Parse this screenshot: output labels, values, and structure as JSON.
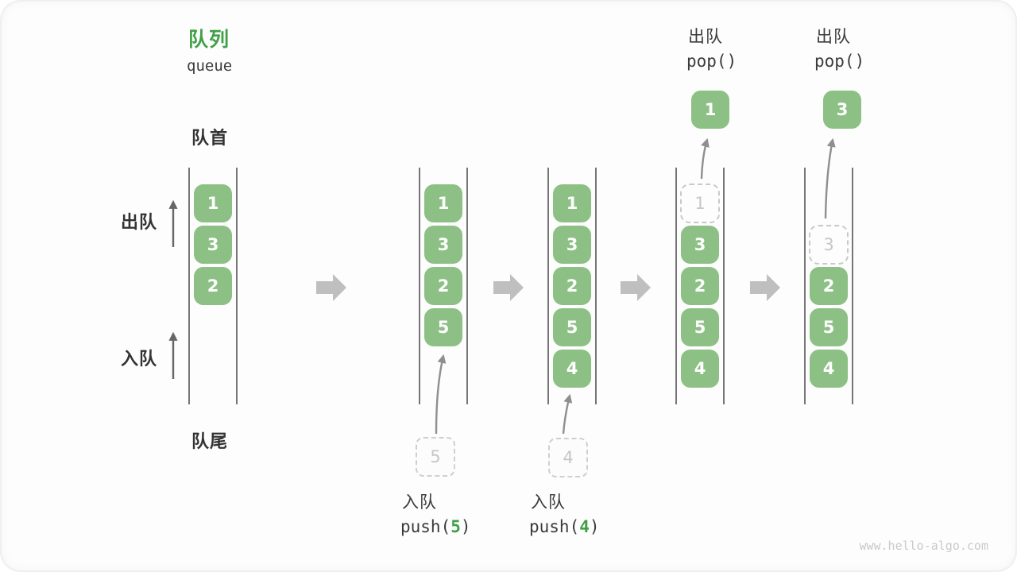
{
  "title": {
    "zh": "队列",
    "en": "queue"
  },
  "labels": {
    "front": "队首",
    "rear": "队尾",
    "dequeue_side": "出队",
    "enqueue_side": "入队"
  },
  "columns": [
    {
      "id": "state-initial",
      "cells": [
        "1",
        "3",
        "2"
      ]
    },
    {
      "id": "state-after-push5",
      "cells": [
        "1",
        "3",
        "2",
        "5"
      ],
      "staged": "5"
    },
    {
      "id": "state-after-push4",
      "cells": [
        "1",
        "3",
        "2",
        "5",
        "4"
      ],
      "staged": "4"
    },
    {
      "id": "state-after-pop1",
      "ghost": "1",
      "cells": [
        "3",
        "2",
        "5",
        "4"
      ],
      "popped": "1"
    },
    {
      "id": "state-after-pop3",
      "ghost": "3",
      "cells": [
        "2",
        "5",
        "4"
      ],
      "popped": "3"
    }
  ],
  "ops": {
    "enqueue5": {
      "name": "入队",
      "call_open": "push(",
      "arg": "5",
      "call_close": ")"
    },
    "enqueue4": {
      "name": "入队",
      "call_open": "push(",
      "arg": "4",
      "call_close": ")"
    },
    "dequeue1": {
      "name": "出队",
      "call": "pop()"
    },
    "dequeue3": {
      "name": "出队",
      "call": "pop()"
    }
  },
  "watermark": "www.hello-algo.com",
  "colors": {
    "accent_green": "#3FA047",
    "box_green": "#8CC084",
    "box_text": "#FFFFFF",
    "ghost_gray": "#C6C6C6",
    "rail_gray": "#4A4A4A",
    "block_arrow_gray": "#BFBFBF",
    "curve_arrow_gray": "#8F8F8F",
    "text_dark": "#3B3B3B",
    "watermark_gray": "#C9C9C9"
  }
}
